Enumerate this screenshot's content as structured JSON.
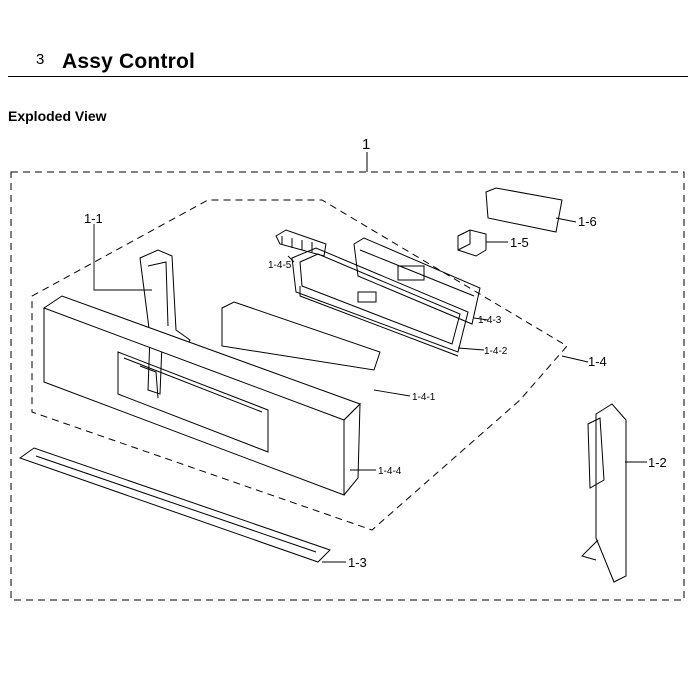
{
  "header": {
    "section_number": "3",
    "section_title": "Assy Control",
    "view_title": "Exploded View"
  },
  "diagram": {
    "assembly_label": "1",
    "callouts": {
      "c_1_1": "1-1",
      "c_1_2": "1-2",
      "c_1_3": "1-3",
      "c_1_4": "1-4",
      "c_1_4_1": "1-4-1",
      "c_1_4_2": "1-4-2",
      "c_1_4_3": "1-4-3",
      "c_1_4_4": "1-4-4",
      "c_1_4_5": "1-4-5",
      "c_1_5": "1-5",
      "c_1_6": "1-6"
    }
  }
}
